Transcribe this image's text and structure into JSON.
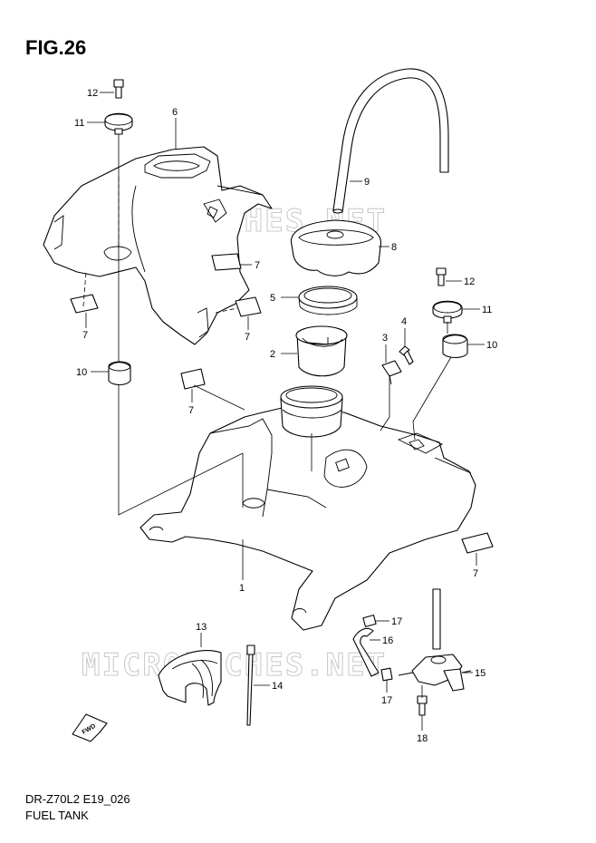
{
  "figure": {
    "title": "FIG.26",
    "model_code": "DR-Z70L2 E19_026",
    "caption": "FUEL TANK",
    "watermark": "MICROFICHES.NET"
  },
  "fwd_badge": "FWD",
  "callouts": [
    {
      "id": "c1",
      "label": "1"
    },
    {
      "id": "c2",
      "label": "2"
    },
    {
      "id": "c3",
      "label": "3"
    },
    {
      "id": "c4",
      "label": "4"
    },
    {
      "id": "c5",
      "label": "5"
    },
    {
      "id": "c6",
      "label": "6"
    },
    {
      "id": "c7a",
      "label": "7"
    },
    {
      "id": "c7b",
      "label": "7"
    },
    {
      "id": "c7c",
      "label": "7"
    },
    {
      "id": "c7d",
      "label": "7"
    },
    {
      "id": "c7e",
      "label": "7"
    },
    {
      "id": "c8",
      "label": "8"
    },
    {
      "id": "c9",
      "label": "9"
    },
    {
      "id": "c10a",
      "label": "10"
    },
    {
      "id": "c10b",
      "label": "10"
    },
    {
      "id": "c11a",
      "label": "11"
    },
    {
      "id": "c11b",
      "label": "11"
    },
    {
      "id": "c12a",
      "label": "12"
    },
    {
      "id": "c12b",
      "label": "12"
    },
    {
      "id": "c13",
      "label": "13"
    },
    {
      "id": "c14",
      "label": "14"
    },
    {
      "id": "c15",
      "label": "15"
    },
    {
      "id": "c16",
      "label": "16"
    },
    {
      "id": "c17a",
      "label": "17"
    },
    {
      "id": "c17b",
      "label": "17"
    },
    {
      "id": "c18",
      "label": "18"
    }
  ]
}
